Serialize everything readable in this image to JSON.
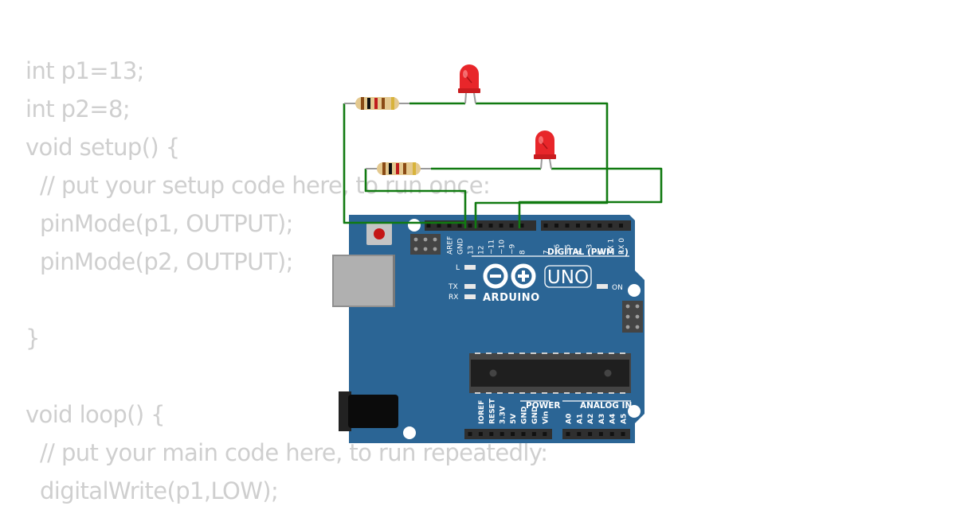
{
  "code": {
    "lines": [
      "int p1=13;",
      "int p2=8;",
      "void setup() {",
      "// put your setup code here, to run once:",
      "pinMode(p1, OUTPUT);",
      "pinMode(p2, OUTPUT);",
      "",
      "}",
      "",
      "void loop() {",
      "// put your main code here, to run repeatedly:",
      "digitalWrite(p1,LOW);"
    ]
  },
  "board": {
    "logo_symbol": "⊖⊕",
    "model": "UNO",
    "brand": "ARDUINO",
    "led_labels": {
      "l": "L",
      "tx": "TX",
      "rx": "RX",
      "on": "ON"
    },
    "digital_header_label": "DIGITAL (PWM ~)",
    "digital_pins": [
      "AREF",
      "GND",
      "13",
      "12",
      "~11",
      "~10",
      "~9",
      "8",
      "7",
      "~6",
      "~5",
      "4",
      "~3",
      "2",
      "TX 1",
      "RX 0"
    ],
    "power_label": "POWER",
    "power_pins": [
      "IOREF",
      "RESET",
      "3.3V",
      "5V",
      "GND",
      "GND",
      "Vin"
    ],
    "analog_label": "ANALOG IN",
    "analog_pins": [
      "A0",
      "A1",
      "A2",
      "A3",
      "A4",
      "A5"
    ]
  },
  "colors": {
    "board_blue": "#2b6595",
    "wire_green": "#117a11",
    "led_red": "#e8262a",
    "code_gray": "#cfcfcf"
  }
}
